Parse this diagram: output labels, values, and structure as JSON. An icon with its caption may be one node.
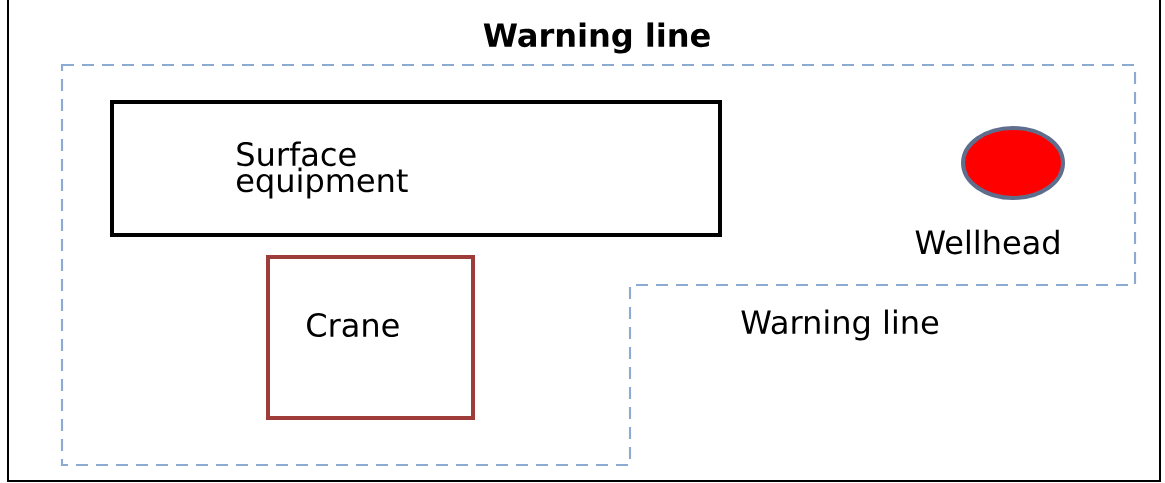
{
  "diagram": {
    "nodes": [
      {
        "text": [
          "Warning line",
          "Warning line"
        ]
      },
      {
        "text": [
          "Surface equipment"
        ],
        "in": 0
      },
      {
        "text": [
          "Crane"
        ],
        "in": 0
      },
      {
        "text": [],
        "shape": "circle",
        "beside": [
          "Wellhead"
        ],
        "in": 0
      }
    ]
  }
}
